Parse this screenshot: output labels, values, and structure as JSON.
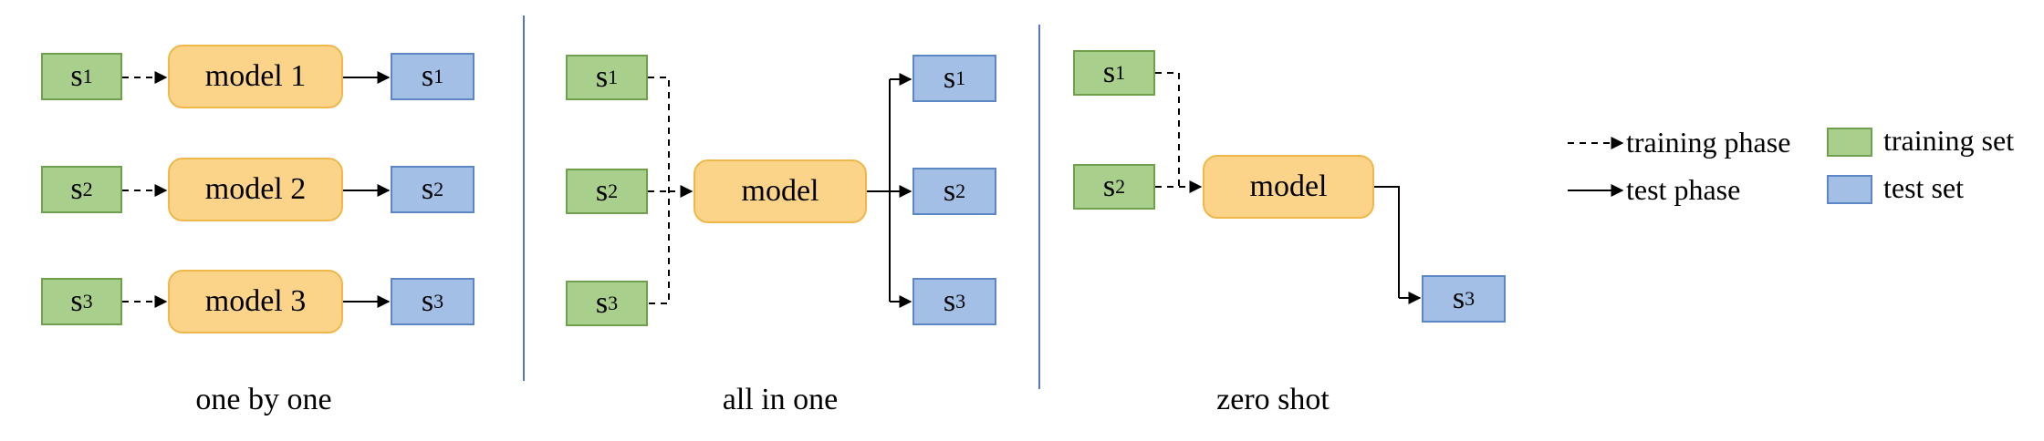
{
  "panels": [
    {
      "caption": "one by one",
      "rows": [
        {
          "train": {
            "letter": "s",
            "sub": "1"
          },
          "model": "model 1",
          "test": {
            "letter": "s",
            "sub": "1"
          }
        },
        {
          "train": {
            "letter": "s",
            "sub": "2"
          },
          "model": "model 2",
          "test": {
            "letter": "s",
            "sub": "2"
          }
        },
        {
          "train": {
            "letter": "s",
            "sub": "3"
          },
          "model": "model 3",
          "test": {
            "letter": "s",
            "sub": "3"
          }
        }
      ]
    },
    {
      "caption": "all in one",
      "train": [
        {
          "letter": "s",
          "sub": "1"
        },
        {
          "letter": "s",
          "sub": "2"
        },
        {
          "letter": "s",
          "sub": "3"
        }
      ],
      "model": "model",
      "test": [
        {
          "letter": "s",
          "sub": "1"
        },
        {
          "letter": "s",
          "sub": "2"
        },
        {
          "letter": "s",
          "sub": "3"
        }
      ]
    },
    {
      "caption": "zero shot",
      "train": [
        {
          "letter": "s",
          "sub": "1"
        },
        {
          "letter": "s",
          "sub": "2"
        }
      ],
      "model": "model",
      "test": [
        {
          "letter": "s",
          "sub": "3"
        }
      ]
    }
  ],
  "legend": {
    "training_phase": "training phase",
    "test_phase": "test phase",
    "training_set": "training set",
    "test_set": "test set"
  },
  "colors": {
    "training_set_fill": "#a9cf8c",
    "test_set_fill": "#a3bfe6",
    "model_fill": "#fbd48a",
    "divider": "#5577c6"
  }
}
